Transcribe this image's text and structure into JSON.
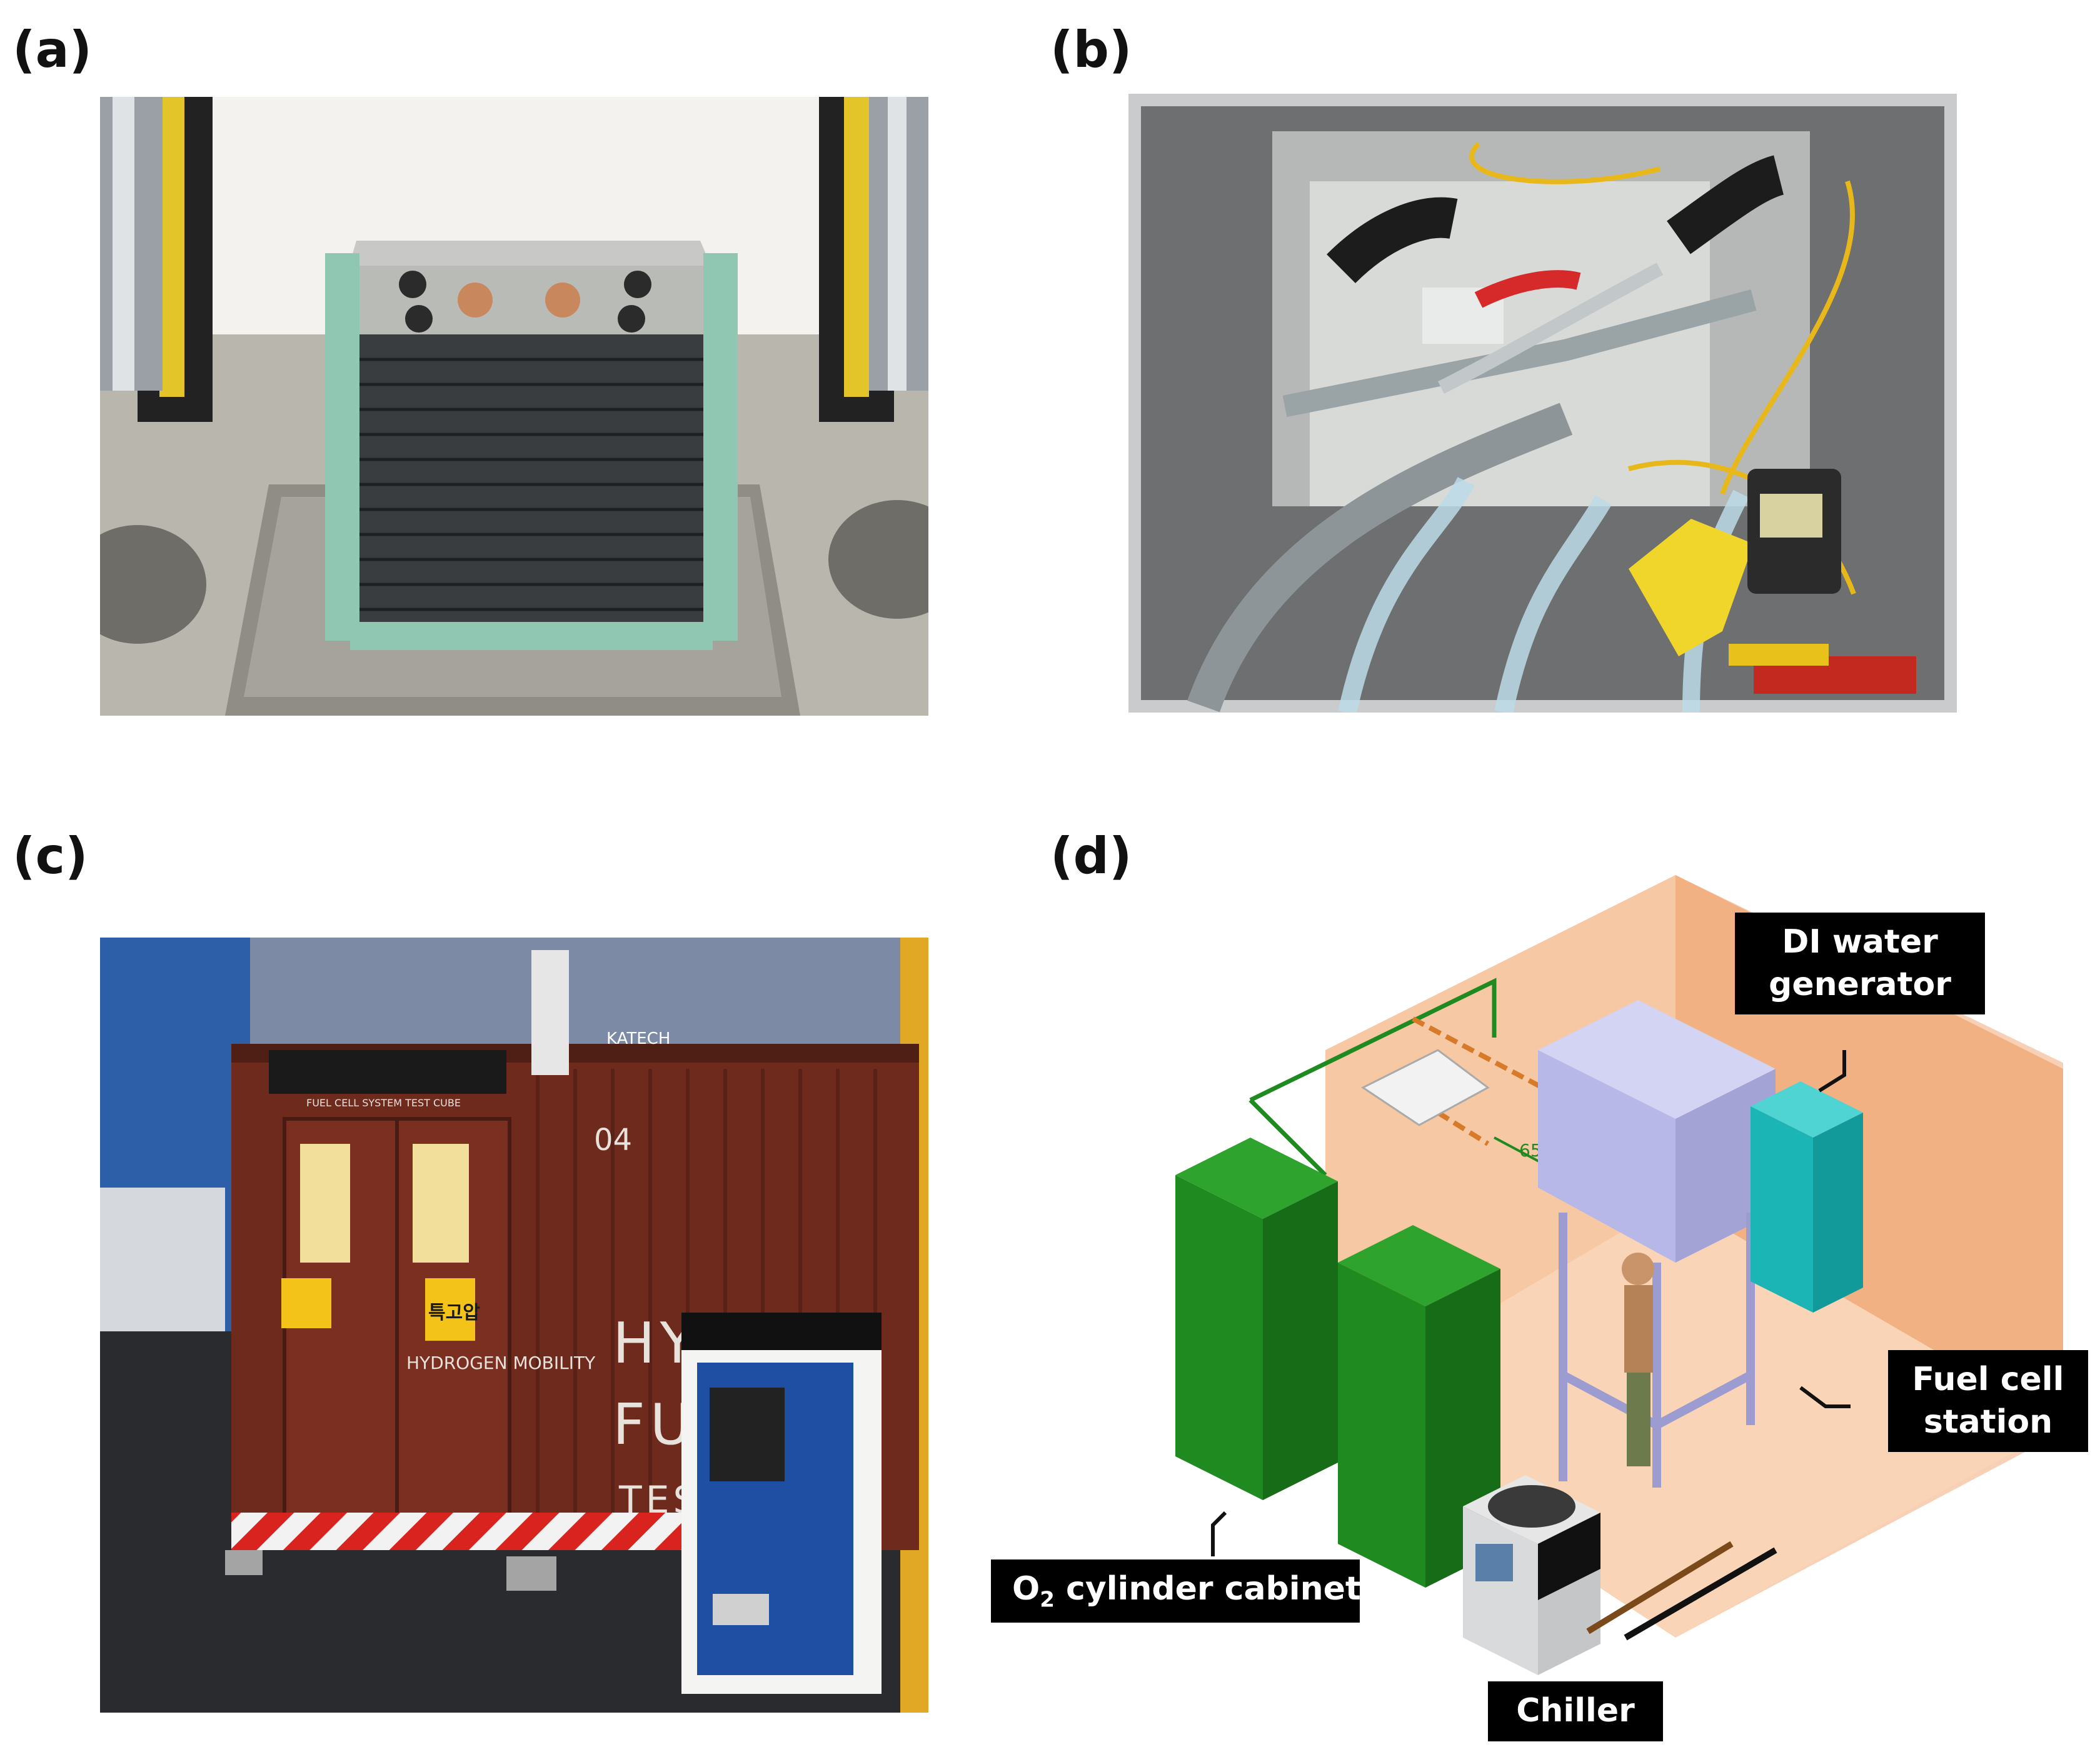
{
  "panels": {
    "a": {
      "label": "(a)"
    },
    "b": {
      "label": "(b)"
    },
    "c": {
      "label": "(c)"
    },
    "d": {
      "label": "(d)"
    }
  },
  "container_text": {
    "number": "04",
    "hydrogen": "HYDROG",
    "fuel": "FUEL",
    "test": "TEST",
    "katech": "KATECH",
    "mobility": "HYDROGEN MOBILITY",
    "warning": "특고압",
    "panel_title": "FUEL CELL SYSTEM TEST CUBE"
  },
  "callouts": {
    "di_water_line1": "DI water",
    "di_water_line2": "generator",
    "fuel_cell_line1": "Fuel cell",
    "fuel_cell_line2": "station",
    "o2_prefix": "O",
    "o2_sub": "2",
    "o2_suffix": " cylinder cabinet",
    "chiller": "Chiller"
  },
  "dimension_text": "650",
  "colors": {
    "room_orange": "#f4b183",
    "cabinet_green": "#1f8a1f",
    "fuel_station_lavender": "#b8b8e8",
    "di_water_teal": "#1cb5b5",
    "container_brown": "#6e2a1c",
    "chiller_blue": "#1f4fa3"
  }
}
